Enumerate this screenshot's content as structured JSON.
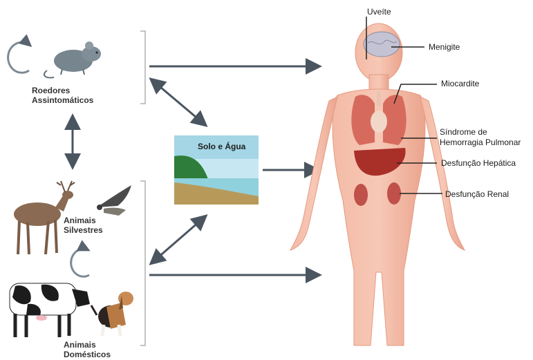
{
  "sources": {
    "rodents": [
      "Roedores",
      "Assintomáticos"
    ],
    "wild": [
      "Animais",
      "Silvestres"
    ],
    "domestic": [
      "Animais",
      "Domésticos"
    ]
  },
  "environment": {
    "label": "Solo e Água"
  },
  "manifestations": {
    "uveitis": "Uveíte",
    "meningitis": "Menigite",
    "myocarditis": "Miocardite",
    "pulmonary_1": "Síndrome de",
    "pulmonary_2": "Hemorragia Pulmonar",
    "hepatic": "Desfunção Hepática",
    "renal": "Desfunção Renal"
  },
  "colors": {
    "arrow": "#4a5560",
    "skin": "#f0b29c",
    "organ": "#c75c4f",
    "water": "#8fd1dd",
    "soil": "#b79a5a",
    "grass": "#2f7d3a"
  }
}
